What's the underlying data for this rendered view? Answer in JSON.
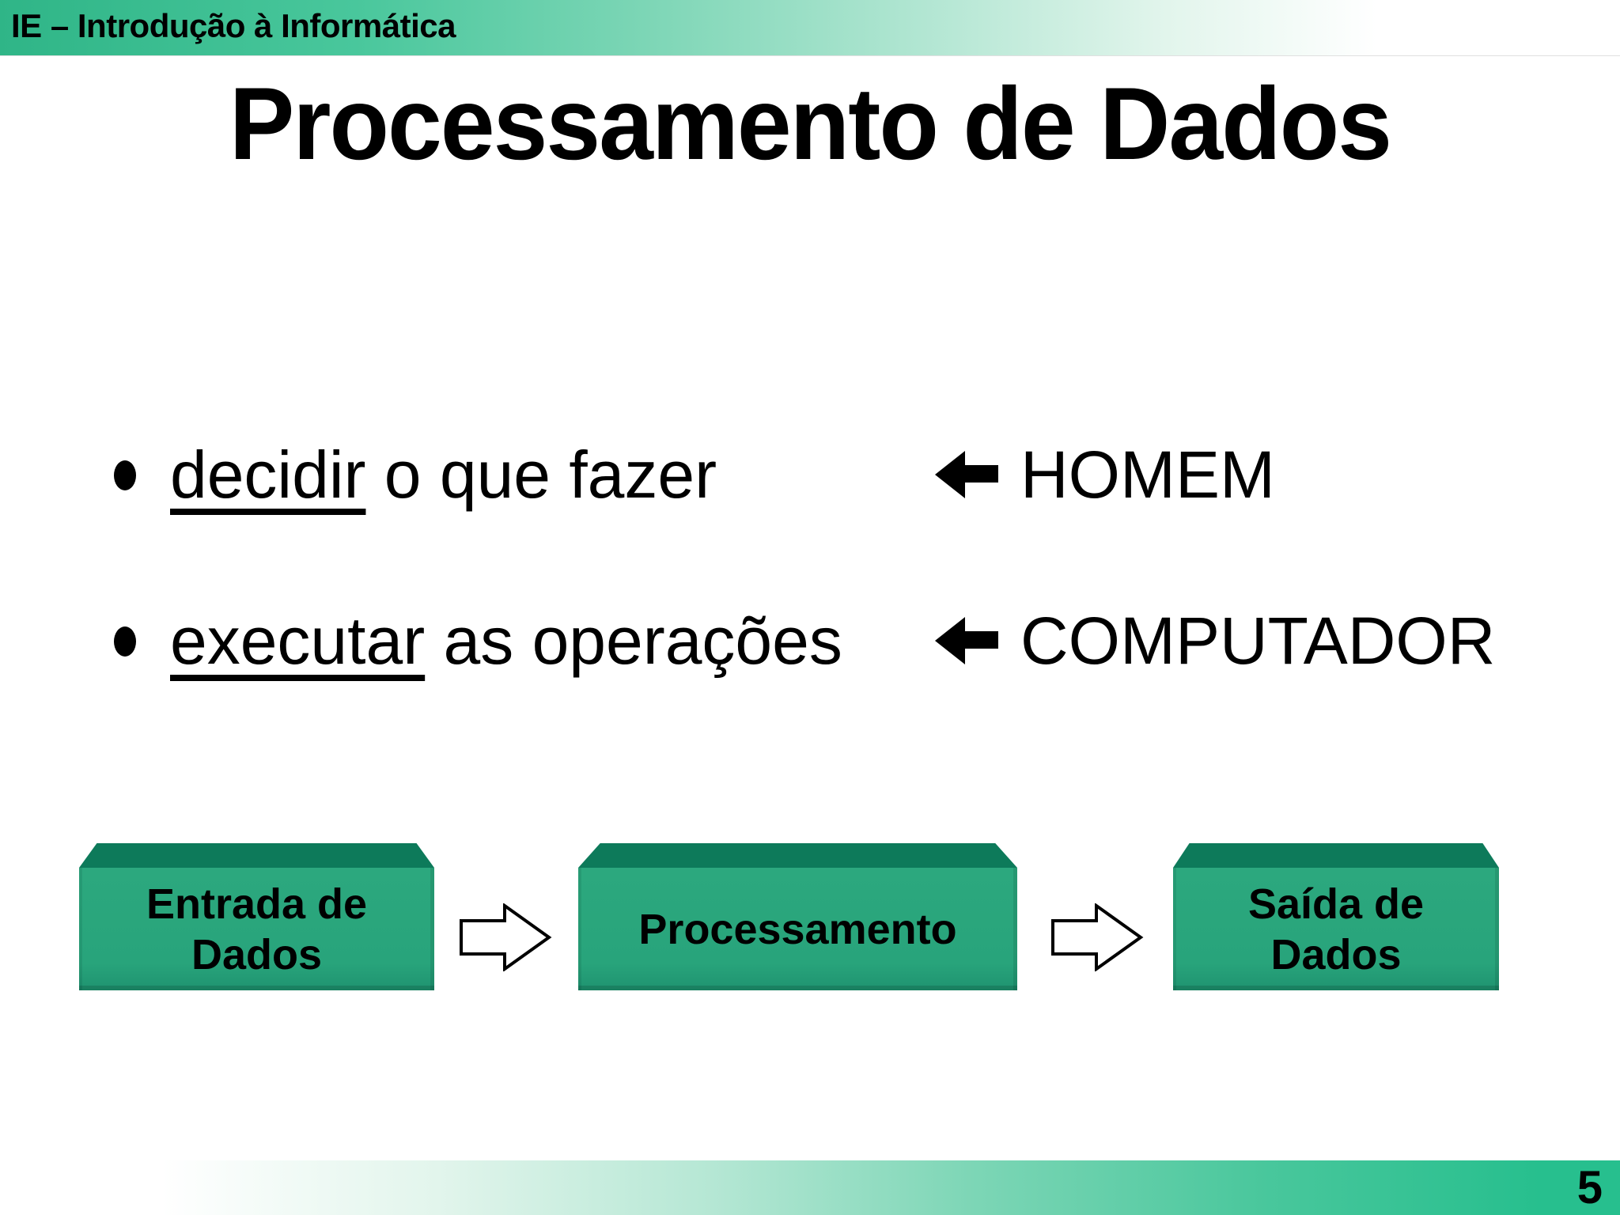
{
  "header": {
    "course_title": "IE – Introdução à Informática"
  },
  "slide": {
    "title": "Processamento de Dados",
    "bullets": [
      {
        "keyword": "decidir",
        "rest": " o que fazer",
        "arrow_icon": "left-arrow",
        "actor": "HOMEM"
      },
      {
        "keyword": "executar",
        "rest": " as operações",
        "arrow_icon": "left-arrow",
        "actor": "COMPUTADOR"
      }
    ],
    "diagram": {
      "flow_arrow_icon": "right-block-arrow",
      "boxes": [
        {
          "lines": [
            "Entrada de",
            "Dados"
          ]
        },
        {
          "lines": [
            "Processamento"
          ]
        },
        {
          "lines": [
            "Saída de",
            "Dados"
          ]
        }
      ]
    },
    "page_number": "5"
  },
  "colors": {
    "accent_green": "#2fb587",
    "box_front_green": "#28a47b",
    "box_top_green": "#0d7a5a",
    "text_color": "#000000",
    "background": "#ffffff"
  }
}
